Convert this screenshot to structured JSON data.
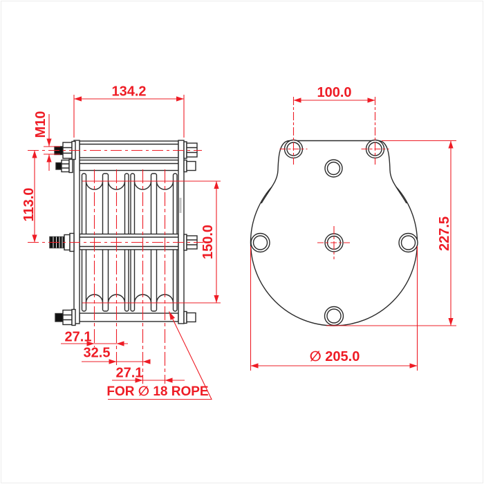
{
  "front_view": {
    "labels": {
      "overall_width": "134.2",
      "thread_size": "M10",
      "axis_spacing": "113.0",
      "sheave_pitch": "150.0",
      "groove_spacing_1": "27.1",
      "groove_spacing_2": "32.5",
      "groove_spacing_3": "27.1",
      "rope_note": "FOR ∅ 18 ROPE"
    }
  },
  "side_view": {
    "labels": {
      "hole_spacing": "100.0",
      "overall_height": "227.5",
      "flange_diameter": "∅ 205.0"
    }
  },
  "colors": {
    "dimension_red": "#ee1c25",
    "line_black": "#2a2a2a",
    "background": "#ffffff"
  }
}
